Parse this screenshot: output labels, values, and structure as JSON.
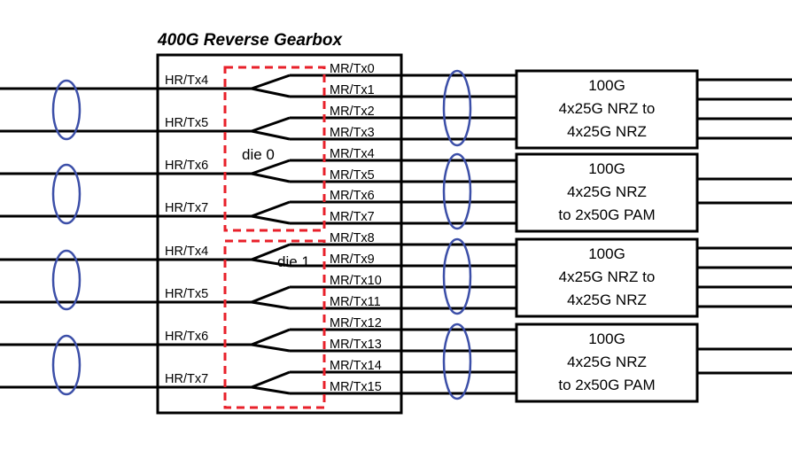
{
  "title": "400G Reverse Gearbox",
  "colors": {
    "line": "#000000",
    "die_border": "#e8202a",
    "ellipse": "#3c4fa8",
    "background": "#ffffff"
  },
  "gearbox": {
    "host_ports": [
      {
        "label": "HR/Tx4",
        "die": "die 0"
      },
      {
        "label": "HR/Tx5",
        "die": "die 0"
      },
      {
        "label": "HR/Tx6",
        "die": "die 0"
      },
      {
        "label": "HR/Tx7",
        "die": "die 0"
      },
      {
        "label": "HR/Tx4",
        "die": "die 1"
      },
      {
        "label": "HR/Tx5",
        "die": "die 1"
      },
      {
        "label": "HR/Tx6",
        "die": "die 1"
      },
      {
        "label": "HR/Tx7",
        "die": "die 1"
      }
    ],
    "media_ports": [
      "MR/Tx0",
      "MR/Tx1",
      "MR/Tx2",
      "MR/Tx3",
      "MR/Tx4",
      "MR/Tx5",
      "MR/Tx6",
      "MR/Tx7",
      "MR/Tx8",
      "MR/Tx9",
      "MR/Tx10",
      "MR/Tx11",
      "MR/Tx12",
      "MR/Tx13",
      "MR/Tx14",
      "MR/Tx15"
    ],
    "dies": [
      {
        "label": "die 0"
      },
      {
        "label": "die 1"
      }
    ]
  },
  "modules": [
    {
      "lines": [
        "100G",
        "4x25G NRZ to",
        "4x25G NRZ"
      ]
    },
    {
      "lines": [
        "100G",
        "4x25G NRZ",
        "to 2x50G PAM"
      ]
    },
    {
      "lines": [
        "100G",
        "4x25G NRZ to",
        "4x25G NRZ"
      ]
    },
    {
      "lines": [
        "100G",
        "4x25G NRZ",
        "to 2x50G PAM"
      ]
    }
  ]
}
